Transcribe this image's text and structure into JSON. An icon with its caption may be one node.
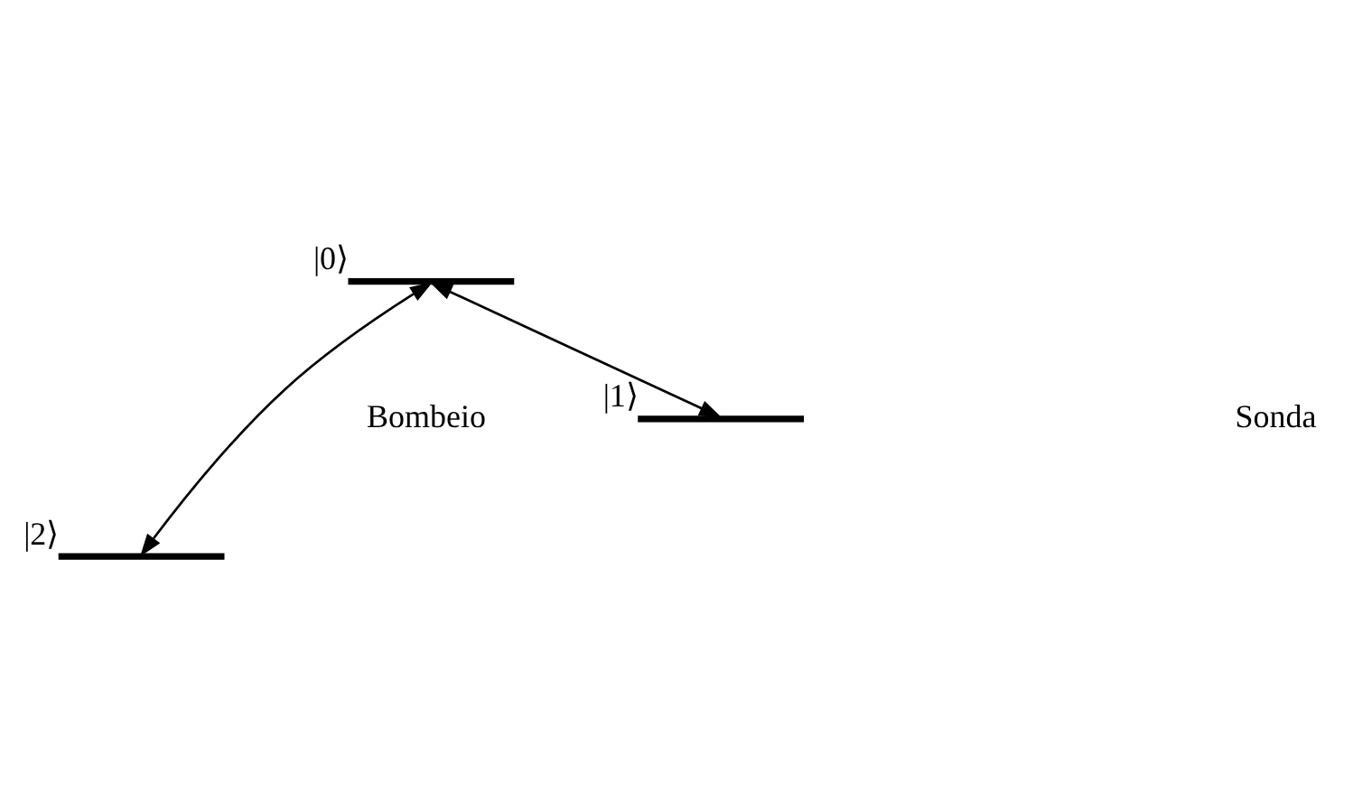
{
  "diagram": {
    "nodes": [
      {
        "text": [],
        "shape": "bar",
        "beside": [
          "|0⟩"
        ]
      },
      {
        "text": [],
        "shape": "bar",
        "beside": [
          "|1⟩"
        ]
      },
      {
        "text": [],
        "shape": "bar",
        "beside": [
          "|2⟩"
        ]
      }
    ],
    "edges": [
      {
        "from": 0,
        "to": 1,
        "arrow": "both"
      },
      {
        "from": 0,
        "to": 2,
        "arrow": "both"
      }
    ],
    "labels": [
      "Bombeio",
      "Sonda"
    ]
  }
}
